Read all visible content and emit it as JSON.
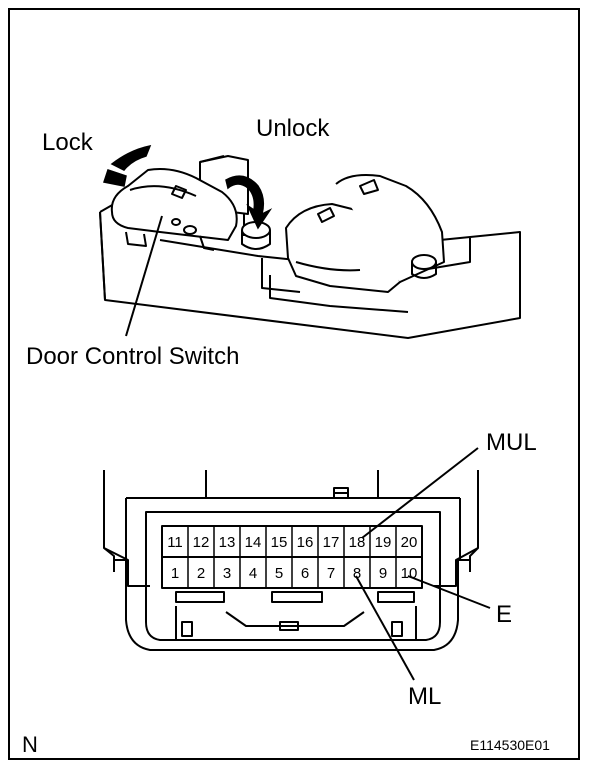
{
  "labels": {
    "lock": "Lock",
    "unlock": "Unlock",
    "door_control_switch": "Door Control Switch",
    "mul": "MUL",
    "e": "E",
    "ml": "ML",
    "n": "N",
    "code": "E114530E01"
  },
  "connector": {
    "top_row": [
      "11",
      "12",
      "13",
      "14",
      "15",
      "16",
      "17",
      "18",
      "19",
      "20"
    ],
    "bottom_row": [
      "1",
      "2",
      "3",
      "4",
      "5",
      "6",
      "7",
      "8",
      "9",
      "10"
    ]
  }
}
